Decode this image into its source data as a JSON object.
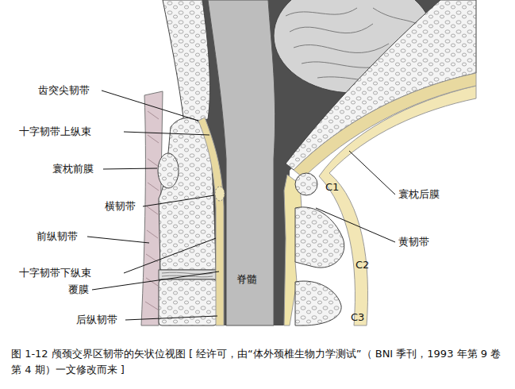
{
  "diagram": {
    "caption": "图 1-12  颅颈交界区韧带的矢状位视图 [ 经许可，由“体外颈椎生物力学测试”（ BNI 季刊，1993 年第 9 卷第 4 期）一文修改而来 ]",
    "labels": [
      "齿突尖韧带",
      "十字韧带上纵束",
      "寰枕前膜",
      "横韧带",
      "前纵韧带",
      "十字韧带下纵束",
      "覆膜",
      "后纵韧带",
      "脊髓",
      "C1",
      "C2",
      "C3",
      "寰枕后膜",
      "黄韧带"
    ]
  }
}
